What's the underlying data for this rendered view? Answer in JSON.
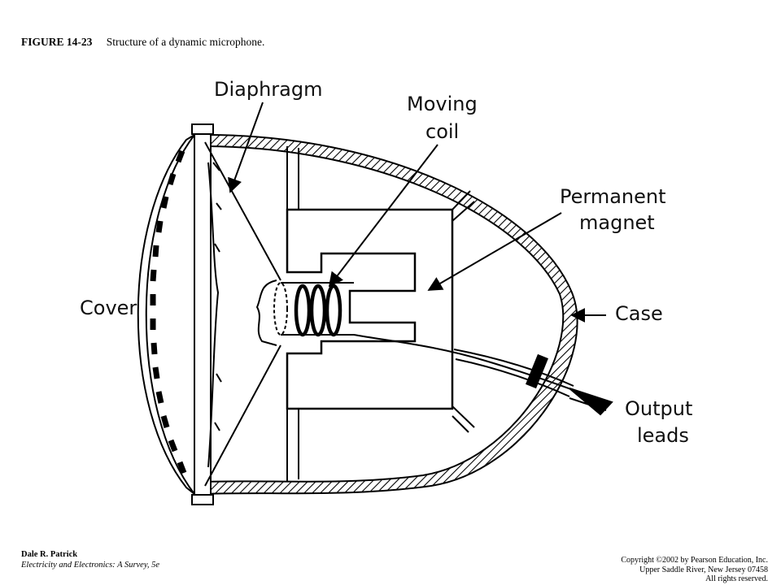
{
  "caption": {
    "figure_number": "FIGURE 14-23",
    "title": "Structure of a dynamic microphone."
  },
  "diagram": {
    "labels": {
      "diaphragm": "Diaphragm",
      "moving_coil_line1": "Moving",
      "moving_coil_line2": "coil",
      "permanent_magnet_line1": "Permanent",
      "permanent_magnet_line2": "magnet",
      "cover": "Cover",
      "case": "Case",
      "output_leads_line1": "Output",
      "output_leads_line2": "leads"
    }
  },
  "footer": {
    "author": "Dale R. Patrick",
    "book": "Electricity and Electronics: A Survey, 5e",
    "copyright_line1": "Copyright ©2002 by Pearson Education, Inc.",
    "copyright_line2": "Upper Saddle River, New Jersey 07458",
    "copyright_line3": "All rights reserved."
  }
}
